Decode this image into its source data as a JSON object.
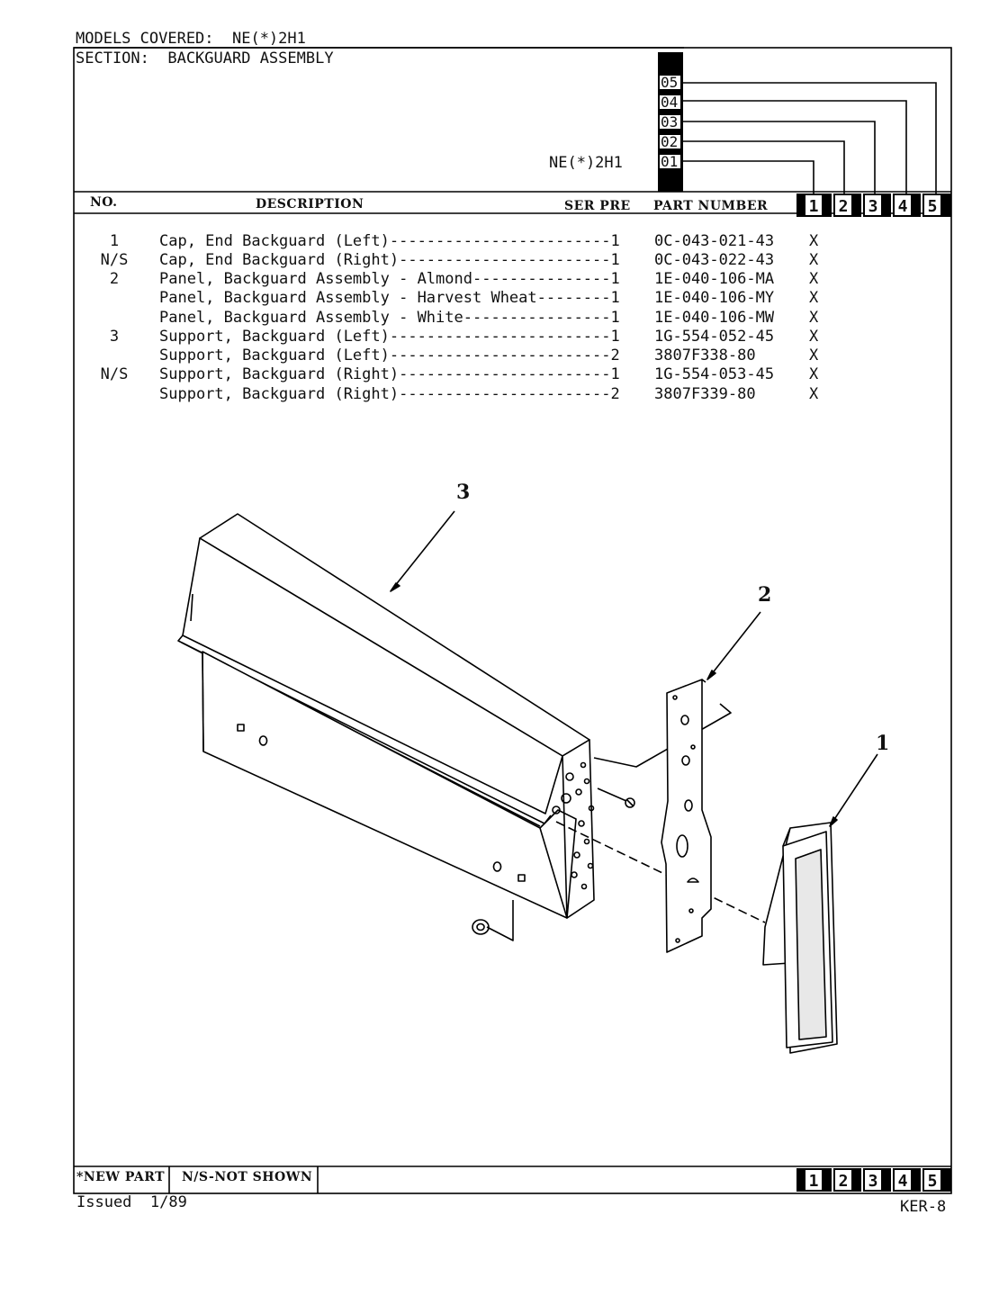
{
  "header": {
    "models_covered": "MODELS COVERED:  NE(*)2H1",
    "section": "SECTION:  BACKGUARD ASSEMBLY",
    "model_code": "NE(*)2H1",
    "variant_codes": [
      "05",
      "04",
      "03",
      "02",
      "01"
    ]
  },
  "table": {
    "headers": {
      "no": "NO.",
      "description": "DESCRIPTION",
      "ser_pre": "SER PRE",
      "part_number": "PART NUMBER"
    },
    "column_numbers": [
      "1",
      "2",
      "3",
      "4",
      "5"
    ],
    "rows": [
      {
        "no": "1",
        "description": "Cap, End Backguard (Left)------------------------1",
        "part": "0C-043-021-43",
        "mark": "X"
      },
      {
        "no": "N/S",
        "description": "Cap, End Backguard (Right)-----------------------1",
        "part": "0C-043-022-43",
        "mark": "X"
      },
      {
        "no": "2",
        "description": "Panel, Backguard Assembly - Almond---------------1",
        "part": "1E-040-106-MA",
        "mark": "X"
      },
      {
        "no": "",
        "description": "Panel, Backguard Assembly - Harvest Wheat--------1",
        "part": "1E-040-106-MY",
        "mark": "X"
      },
      {
        "no": "",
        "description": "Panel, Backguard Assembly - White----------------1",
        "part": "1E-040-106-MW",
        "mark": "X"
      },
      {
        "no": "3",
        "description": "Support, Backguard (Left)------------------------1",
        "part": "1G-554-052-45",
        "mark": "X"
      },
      {
        "no": "",
        "description": "Support, Backguard (Left)------------------------2",
        "part": "3807F338-80",
        "mark": "X"
      },
      {
        "no": "N/S",
        "description": "Support, Backguard (Right)-----------------------1",
        "part": "1G-554-053-45",
        "mark": "X"
      },
      {
        "no": "",
        "description": "Support, Backguard (Right)-----------------------2",
        "part": "3807F339-80",
        "mark": "X"
      }
    ]
  },
  "diagram": {
    "callouts": [
      "3",
      "2",
      "1"
    ]
  },
  "footer": {
    "new_part": "*NEW PART",
    "not_shown": "N/S-NOT SHOWN",
    "issued": "Issued  1/89",
    "page_code": "KER-8"
  }
}
